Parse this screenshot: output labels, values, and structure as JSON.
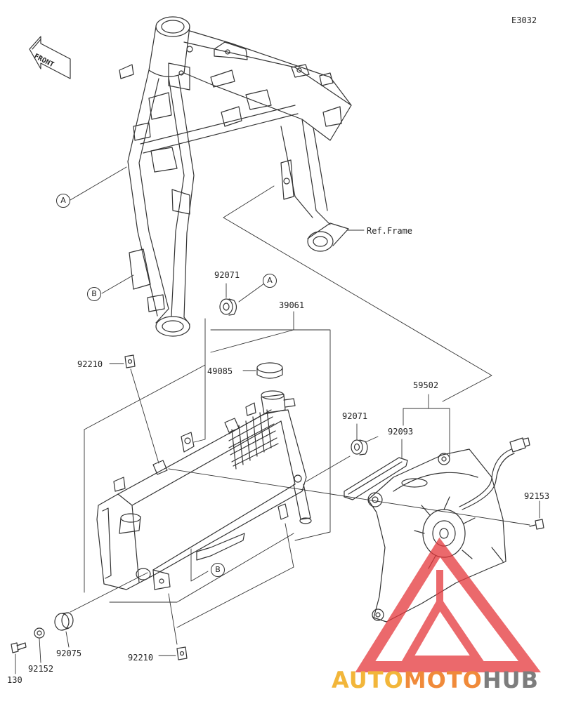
{
  "diagram": {
    "code": "E3032",
    "front_label": "FRONT",
    "ref_frame": "Ref.Frame",
    "callouts": [
      "A",
      "B"
    ],
    "parts": {
      "p92071_top": "92071",
      "p39061": "39061",
      "p92210_top": "92210",
      "p49085": "49085",
      "p59502": "59502",
      "p92071_mid": "92071",
      "p92093": "92093",
      "p92153": "92153",
      "p92075": "92075",
      "p92210_bottom": "92210",
      "p92152": "92152",
      "p130": "130"
    }
  },
  "watermark": {
    "brand_part1": "AUTO",
    "brand_part2": "MOTO",
    "brand_part3": "HUB",
    "colors": {
      "part1": "#f2b63a",
      "part2": "#f08a3a",
      "part3": "#7d7d7d",
      "triangle": "#e5383b"
    }
  }
}
